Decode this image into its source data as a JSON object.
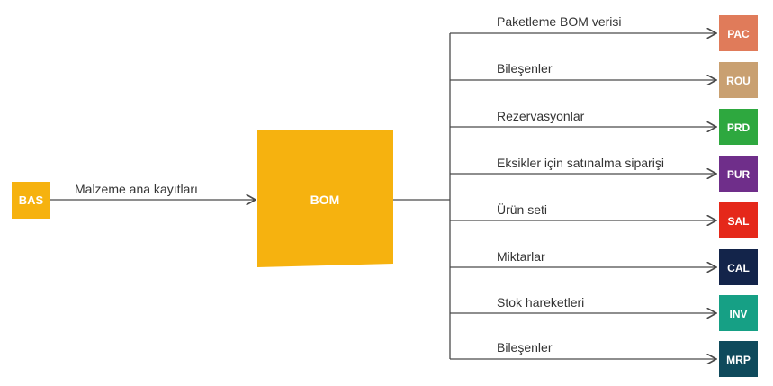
{
  "source": {
    "label": "BAS",
    "color": "#f6b20f"
  },
  "input_edge": {
    "label": "Malzeme ana kayıtları"
  },
  "center": {
    "label": "BOM",
    "color": "#f6b20f"
  },
  "targets": [
    {
      "label": "PAC",
      "color": "#e07b5a",
      "edge_label": "Paketleme BOM verisi"
    },
    {
      "label": "ROU",
      "color": "#c9a071",
      "edge_label": "Bileşenler"
    },
    {
      "label": "PRD",
      "color": "#2ea83f",
      "edge_label": "Rezervasyonlar"
    },
    {
      "label": "PUR",
      "color": "#6f2e8a",
      "edge_label": "Eksikler için satınalma siparişi"
    },
    {
      "label": "SAL",
      "color": "#e5281a",
      "edge_label": "Ürün seti"
    },
    {
      "label": "CAL",
      "color": "#13244a",
      "edge_label": "Miktarlar"
    },
    {
      "label": "INV",
      "color": "#16a085",
      "edge_label": "Stok hareketleri"
    },
    {
      "label": "MRP",
      "color": "#0f4a5c",
      "edge_label": "Bileşenler"
    }
  ]
}
